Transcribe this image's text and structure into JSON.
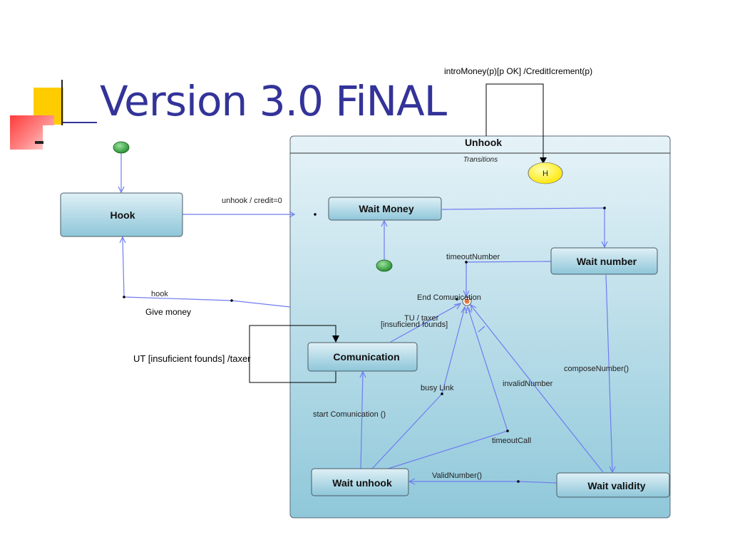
{
  "slide": {
    "title": "Version 3.0 FiNAL"
  },
  "diagram": {
    "composite_state": {
      "name": "Unhook",
      "subtitle": "Transitions"
    },
    "states": {
      "hook": "Hook",
      "wait_money": "Wait Money",
      "wait_number": "Wait number",
      "comunication": "Comunication",
      "wait_unhook": "Wait unhook",
      "wait_validity": "Wait validity"
    },
    "history_state": "H",
    "labels": {
      "intro_money": "introMoney(p)[p OK] /CreditIcrement(p)",
      "unhook_credit": "unhook / credit=0",
      "hook": "hook",
      "give_money": "Give money",
      "ut_insufficient": "UT [insuficient  founds] /taxer",
      "timeout_number": "timeoutNumber",
      "end_comunication": "End  Comunication",
      "tu_taxer": "TU / taxer",
      "insufficient_founds": "[insuficiend founds]",
      "compose_number": "composeNumber()",
      "busy_link": "busy Link",
      "invalid_number": "invalidNumber",
      "start_comunication": "start Comunication ()",
      "timeout_call": "timeoutCall",
      "valid_number": "ValidNumber()"
    },
    "colors": {
      "title": "#333399",
      "arrow": "#6f7cf0",
      "state_fill_top": "#d6ecf4",
      "state_fill_bottom": "#8ec9dc",
      "initial": "#2e9e3a",
      "history": "#ffee33"
    }
  }
}
